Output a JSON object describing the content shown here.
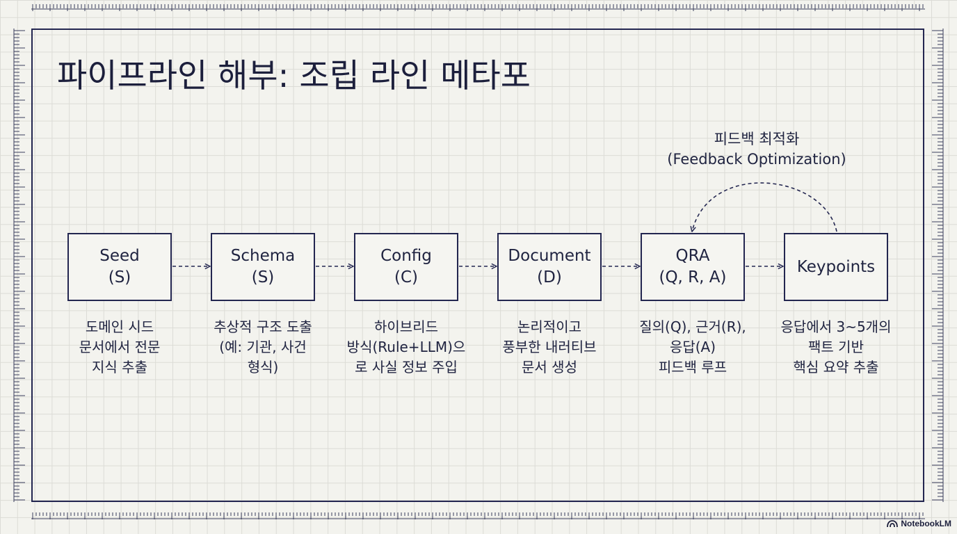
{
  "title": "파이프라인 해부: 조립 라인 메타포",
  "feedback": {
    "line1": "피드백 최적화",
    "line2": "(Feedback Optimization)"
  },
  "stages": [
    {
      "name": "Seed",
      "abbr": "(S)",
      "desc": [
        "도메인 시드",
        "문서에서 전문",
        "지식 추출"
      ]
    },
    {
      "name": "Schema",
      "abbr": "(S)",
      "desc": [
        "추상적 구조 도출",
        "(예: 기관, 사건",
        "형식)"
      ]
    },
    {
      "name": "Config",
      "abbr": "(C)",
      "desc": [
        "하이브리드",
        "방식(Rule+LLM)으",
        "로 사실 정보 주입"
      ]
    },
    {
      "name": "Document",
      "abbr": "(D)",
      "desc": [
        "논리적이고",
        "풍부한 내러티브",
        "문서 생성"
      ]
    },
    {
      "name": "QRA",
      "abbr": "(Q, R, A)",
      "desc": [
        "질의(Q), 근거(R),",
        "응답(A)",
        "피드백 루프"
      ]
    },
    {
      "name": "Keypoints",
      "abbr": "",
      "desc": [
        "응답에서 3~5개의",
        "팩트 기반",
        "핵심 요약 추출"
      ]
    }
  ],
  "brand": "NotebookLM",
  "colors": {
    "ink": "#232650",
    "paper": "#f3f3ee",
    "grid": "#dcdcd6"
  }
}
